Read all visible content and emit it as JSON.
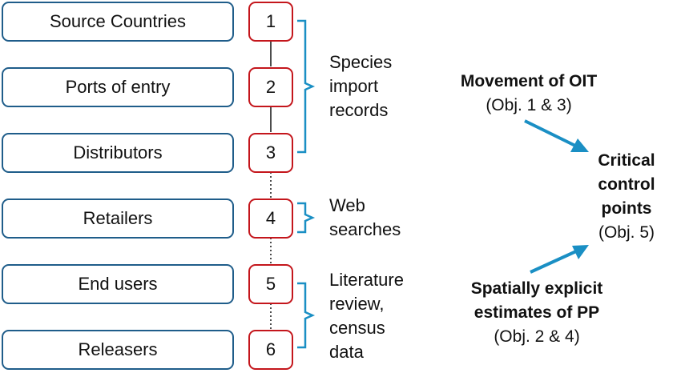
{
  "stages": [
    {
      "label": "Source Countries",
      "number": "1"
    },
    {
      "label": "Ports of entry",
      "number": "2"
    },
    {
      "label": "Distributors",
      "number": "3"
    },
    {
      "label": "Retailers",
      "number": "4"
    },
    {
      "label": "End users",
      "number": "5"
    },
    {
      "label": "Releasers",
      "number": "6"
    }
  ],
  "sources": [
    {
      "lines": [
        "Species",
        "import",
        "records"
      ]
    },
    {
      "lines": [
        "Web",
        "searches"
      ]
    },
    {
      "lines": [
        "Literature",
        "review,",
        "census",
        "data"
      ]
    }
  ],
  "movement": {
    "title": "Movement of OIT",
    "note": "(Obj. 1 & 3)"
  },
  "critical": {
    "lines": [
      "Critical",
      "control",
      "points"
    ],
    "note": "(Obj. 5)"
  },
  "spatial": {
    "lines": [
      "Spatially explicit",
      "estimates of PP"
    ],
    "note": "(Obj. 2 & 4)"
  },
  "colors": {
    "stage_border": "#1f5d8a",
    "number_border": "#c4161c",
    "bracket": "#1a8fc4",
    "arrow": "#1a8fc4"
  }
}
